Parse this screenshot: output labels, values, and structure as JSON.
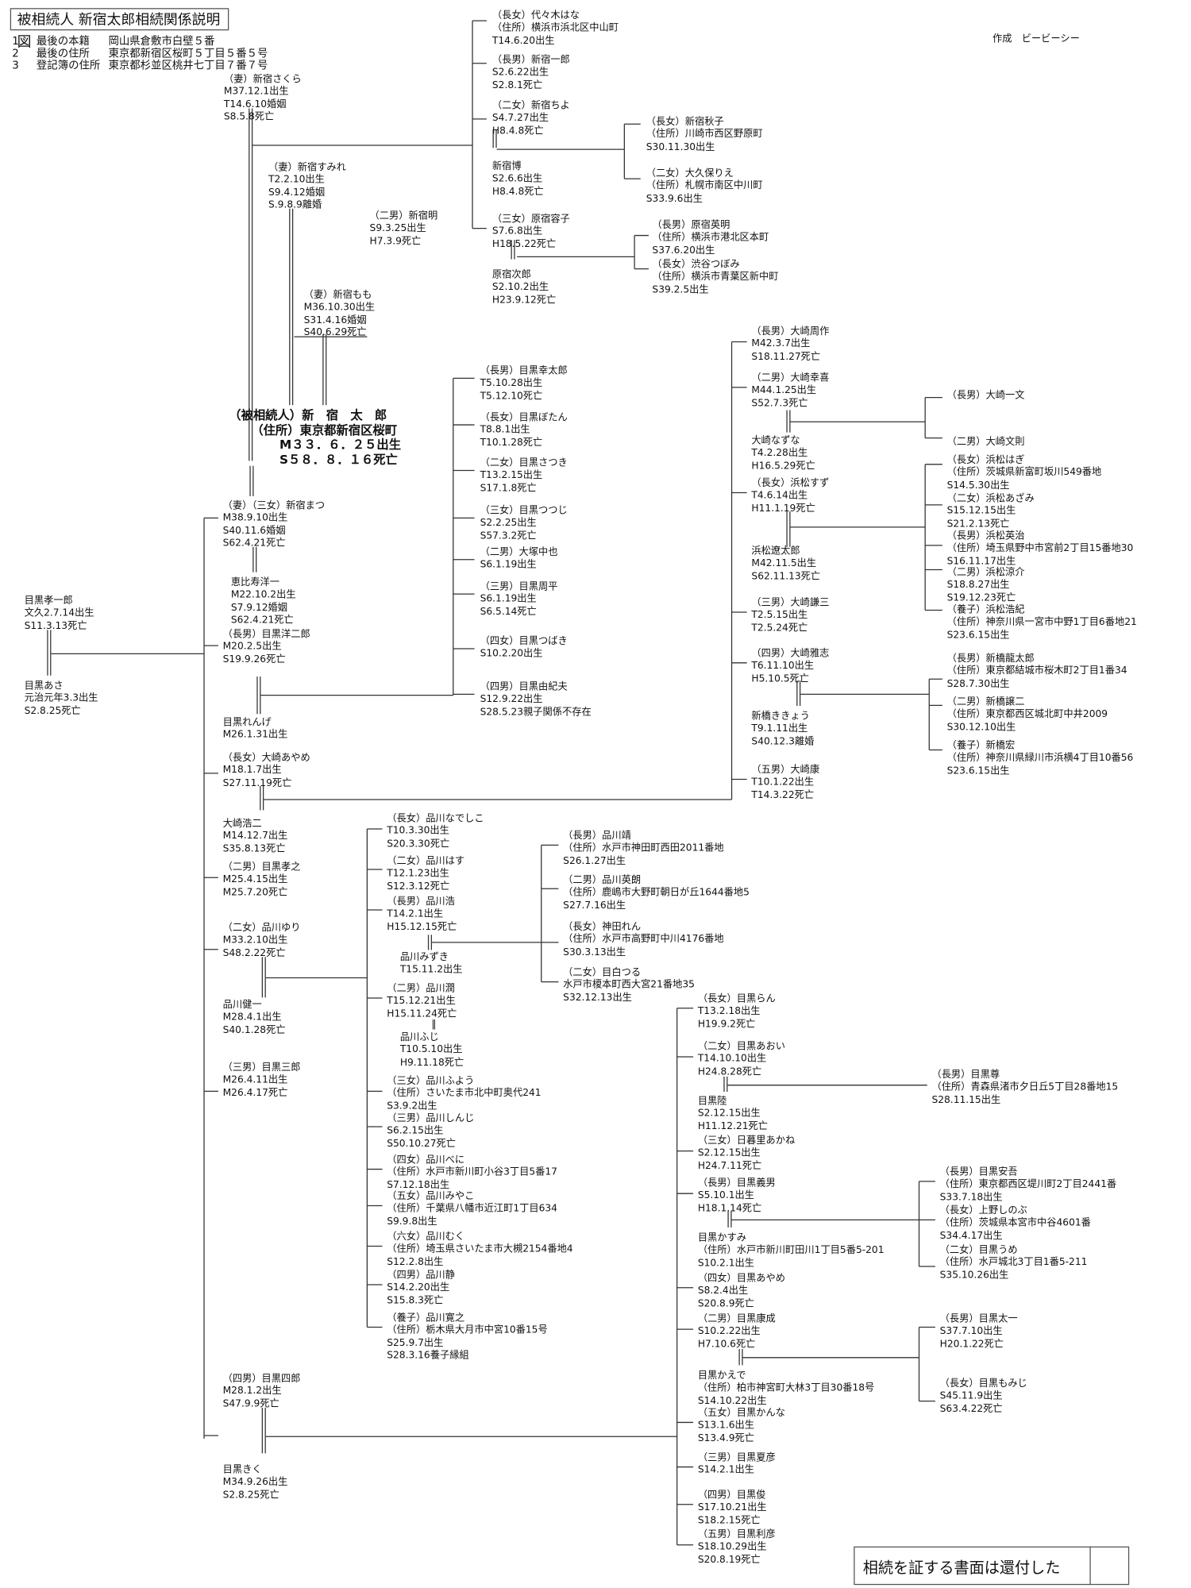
{
  "header": {
    "title": "被相続人 新宿太郎相続関係説明図",
    "info": [
      {
        "no": "1",
        "label": "最後の本籍",
        "value": "岡山県倉敷市白壁５番"
      },
      {
        "no": "2",
        "label": "最後の住所",
        "value": "東京都新宿区桜町５丁目５番５号"
      },
      {
        "no": "3",
        "label": "登記簿の住所",
        "value": "東京都杉並区桃井七丁目７番７号"
      }
    ],
    "author": "作成　ビービーシー"
  },
  "decedent": {
    "name": "（被相続人）新　宿　太　郎",
    "address": "（住所）東京都新宿区桜町",
    "born": "M３３．６．２５出生",
    "died": "S５８．８．１６死亡"
  },
  "people": [
    [
      "（妻）新宿さくら",
      "M37.12.1出生",
      "T14.6.10婚姻",
      "S8.5.8死亡"
    ],
    [
      "（妻）新宿すみれ",
      "T2.2.10出生",
      "S9.4.12婚姻",
      "S.9.8.9離婚"
    ],
    [
      "（二男）新宿明",
      "S9.3.25出生",
      "H7.3.9死亡"
    ],
    [
      "（妻）新宿もも",
      "M36.10.30出生",
      "S31.4.16婚姻",
      "S40.6.29死亡"
    ],
    [
      "（長女）代々木はな",
      "（住所）横浜市浜北区中山町",
      "T14.6.20出生"
    ],
    [
      "（長男）新宿一郎",
      "S2.6.22出生",
      "S2.8.1死亡"
    ],
    [
      "（二女）新宿ちよ",
      "S4.7.27出生",
      "H8.4.8死亡"
    ],
    [
      "新宿博",
      "S2.6.6出生",
      "H8.4.8死亡"
    ],
    [
      "（長女）新宿秋子",
      "（住所）川崎市西区野原町",
      "S30.11.30出生"
    ],
    [
      "（二女）大久保りえ",
      "（住所）札幌市南区中川町",
      "S33.9.6出生"
    ],
    [
      "（三女）原宿容子",
      "S7.6.8出生",
      "H18.5.22死亡"
    ],
    [
      "原宿次郎",
      "S2.10.2出生",
      "H23.9.12死亡"
    ],
    [
      "（長男）原宿英明",
      "（住所）横浜市港北区本町",
      "S37.6.20出生"
    ],
    [
      "（長女）渋谷つぼみ",
      "（住所）横浜市青葉区新中町",
      "S39.2.5出生"
    ],
    [
      "目黒孝一郎",
      "文久2.7.14出生",
      "S11.3.13死亡"
    ],
    [
      "目黒あさ",
      "元治元年3.3出生",
      "S2.8.25死亡"
    ],
    [
      "（妻）（三女）新宿まつ",
      "M38.9.10出生",
      "S40.11.6婚姻",
      "S62.4.21死亡"
    ],
    [
      "恵比寿洋一",
      "M22.10.2出生",
      "S7.9.12婚姻",
      "S62.4.21死亡"
    ],
    [
      "（長男）目黒洋二郎",
      "M20.2.5出生",
      "S19.9.26死亡"
    ],
    [
      "目黒れんげ",
      "M26.1.31出生"
    ],
    [
      "（長女）大崎あやめ",
      "M18.1.7出生",
      "S27.11.19死亡"
    ],
    [
      "大崎浩二",
      "M14.12.7出生",
      "S35.8.13死亡"
    ],
    [
      "（二男）目黒孝之",
      "M25.4.15出生",
      "M25.7.20死亡"
    ],
    [
      "（二女）品川ゆり",
      "M33.2.10出生",
      "S48.2.22死亡"
    ],
    [
      "品川健一",
      "M28.4.1出生",
      "S40.1.28死亡"
    ],
    [
      "（三男）目黒三郎",
      "M26.4.11出生",
      "M26.4.17死亡"
    ],
    [
      "（四男）目黒四郎",
      "M28.1.2出生",
      "S47.9.9死亡"
    ],
    [
      "目黒きく",
      "M34.9.26出生",
      "S2.8.25死亡"
    ],
    [
      "（長男）目黒幸太郎",
      "T5.10.28出生",
      "T5.12.10死亡"
    ],
    [
      "（長女）目黒ぼたん",
      "T8.8.1出生",
      "T10.1.28死亡"
    ],
    [
      "（二女）目黒さつき",
      "T13.2.15出生",
      "S17.1.8死亡"
    ],
    [
      "（三女）目黒つつじ",
      "S2.2.25出生",
      "S57.3.2死亡"
    ],
    [
      "（二男）大塚中也",
      "S6.1.19出生"
    ],
    [
      "（三男）目黒周平",
      "S6.1.19出生",
      "S6.5.14死亡"
    ],
    [
      "（四女）目黒つばき",
      "S10.2.20出生"
    ],
    [
      "（四男）目黒由紀夫",
      "S12.9.22出生",
      "S28.5.23親子関係不存在"
    ],
    [
      "（長男）大崎周作",
      "M42.3.7出生",
      "S18.11.27死亡"
    ],
    [
      "（二男）大崎幸喜",
      "M44.1.25出生",
      "S52.7.3死亡"
    ],
    [
      "（長男）大崎一文"
    ],
    [
      "（二男）大崎文則"
    ],
    [
      "大崎なずな",
      "T4.2.28出生",
      "H16.5.29死亡"
    ],
    [
      "（長女）浜松すず",
      "T4.6.14出生",
      "H11.1.19死亡"
    ],
    [
      "浜松遼太郎",
      "M42.11.5出生",
      "S62.11.13死亡"
    ],
    [
      "（三男）大崎謙三",
      "T2.5.15出生",
      "T2.5.24死亡"
    ],
    [
      "（四男）大崎雅志",
      "T6.11.10出生",
      "H5.10.5死亡"
    ],
    [
      "新橋ききょう",
      "T9.1.11出生",
      "S40.12.3離婚"
    ],
    [
      "（五男）大崎康",
      "T10.1.22出生",
      "T14.3.22死亡"
    ],
    [
      "（長女）浜松はぎ",
      "（住所）茨城県新富町坂川549番地",
      "S14.5.30出生"
    ],
    [
      "（二女）浜松あざみ",
      "S15.12.15出生",
      "S21.2.13死亡"
    ],
    [
      "（長男）浜松英治",
      "（住所）埼玉県野中市宮前2丁目15番地30",
      "S16.11.17出生"
    ],
    [
      "（二男）浜松涼介",
      "S18.8.27出生",
      "S19.12.23死亡"
    ],
    [
      "（養子）浜松浩紀",
      "（住所）神奈川県一宮市中野1丁目6番地21",
      "S23.6.15出生"
    ],
    [
      "（長男）新橋龍太郎",
      "（住所）東京都結城市桜木町2丁目1番34",
      "S28.7.30出生"
    ],
    [
      "（二男）新橋譲二",
      "（住所）東京都西区城北町中井2009",
      "S30.12.10出生"
    ],
    [
      "（養子）新橋宏",
      "（住所）神奈川県緑川市浜横4丁目10番56",
      "S23.6.15出生"
    ],
    [
      "（長女）品川なでしこ",
      "T10.3.30出生",
      "S20.3.30死亡"
    ],
    [
      "（二女）品川はす",
      "T12.1.23出生",
      "S12.3.12死亡"
    ],
    [
      "（長男）品川浩",
      "T14.2.1出生",
      "H15.12.15死亡"
    ],
    [
      "品川みずき",
      "T15.11.2出生"
    ],
    [
      "（二男）品川潤",
      "T15.12.21出生",
      "H15.11.24死亡"
    ],
    [
      "品川ふじ",
      "T10.5.10出生",
      "H9.11.18死亡"
    ],
    [
      "（三女）品川ふよう",
      "（住所）さいたま市北中町奥代241",
      "S3.9.2出生"
    ],
    [
      "（三男）品川しんじ",
      "S6.2.15出生",
      "S50.10.27死亡"
    ],
    [
      "（四女）品川べに",
      "（住所）水戸市新川町小谷3丁目5番17",
      "S7.12.18出生"
    ],
    [
      "（五女）品川みやこ",
      "（住所）千葉県八幡市近江町1丁目634",
      "S9.9.8出生"
    ],
    [
      "（六女）品川むく",
      "（住所）埼玉県さいたま市大槻2154番地4",
      "S12.2.8出生"
    ],
    [
      "（四男）品川静",
      "S14.2.20出生",
      "S15.8.3死亡"
    ],
    [
      "（養子）品川寛之",
      "（住所）栃木県大月市中宮10番15号",
      "S25.9.7出生",
      "S28.3.16養子縁組"
    ],
    [
      "（長男）品川靖",
      "（住所）水戸市神田町西田2011番地",
      "S26.1.27出生"
    ],
    [
      "（二男）品川英朗",
      "（住所）鹿嶋市大野町朝日が丘1644番地5",
      "S27.7.16出生"
    ],
    [
      "（長女）神田れん",
      "（住所）水戸市高野町中川4176番地",
      "S30.3.13出生"
    ],
    [
      "（二女）目白つる",
      "水戸市榎本町西大宮21番地35",
      "S32.12.13出生"
    ],
    [
      "（長女）目黒らん",
      "T13.2.18出生",
      "H19.9.2死亡"
    ],
    [
      "（二女）目黒あおい",
      "T14.10.10出生",
      "H24.8.28死亡"
    ],
    [
      "（長男）目黒尊",
      "（住所）青森県渚市夕日丘5丁目28番地15",
      "S28.11.15出生"
    ],
    [
      "目黒陸",
      "S2.12.15出生",
      "H11.12.21死亡"
    ],
    [
      "（三女）日暮里あかね",
      "S2.12.15出生",
      "H24.7.11死亡"
    ],
    [
      "（長男）目黒義男",
      "S5.10.1出生",
      "H18.1.14死亡"
    ],
    [
      "目黒かすみ",
      "（住所）水戸市新川町田川1丁目5番5-201",
      "S10.2.1出生"
    ],
    [
      "（長男）目黒安吾",
      "（住所）東京都西区堤川町2丁目2441番",
      "S33.7.18出生"
    ],
    [
      "（長女）上野しのぶ",
      "（住所）茨城県本宮市中谷4601番",
      "S34.4.17出生"
    ],
    [
      "（二女）目黒うめ",
      "（住所）水戸城北3丁目1番5-211",
      "S35.10.26出生"
    ],
    [
      "（四女）目黒あやめ",
      "S8.2.4出生",
      "S20.8.9死亡"
    ],
    [
      "（二男）目黒康成",
      "S10.2.22出生",
      "H7.10.6死亡"
    ],
    [
      "（長男）目黒太一",
      "S37.7.10出生",
      "H20.1.22死亡"
    ],
    [
      "（長女）目黒もみじ",
      "S45.11.9出生",
      "S63.4.22死亡"
    ],
    [
      "目黒かえで",
      "（住所）柏市神宮町大林3丁目30番18号",
      "S14.10.22出生"
    ],
    [
      "（五女）目黒かんな",
      "S13.1.6出生",
      "S13.4.9死亡"
    ],
    [
      "（三男）目黒夏彦",
      "S14.2.1出生"
    ],
    [
      "（四男）目黒俊",
      "S17.10.21出生",
      "S18.2.15死亡"
    ],
    [
      "（五男）目黒利彦",
      "S18.10.29出生",
      "S20.8.19死亡"
    ]
  ],
  "marriage_mark": "‖",
  "footer": {
    "returned_note": "相続を証する書面は還付した"
  }
}
